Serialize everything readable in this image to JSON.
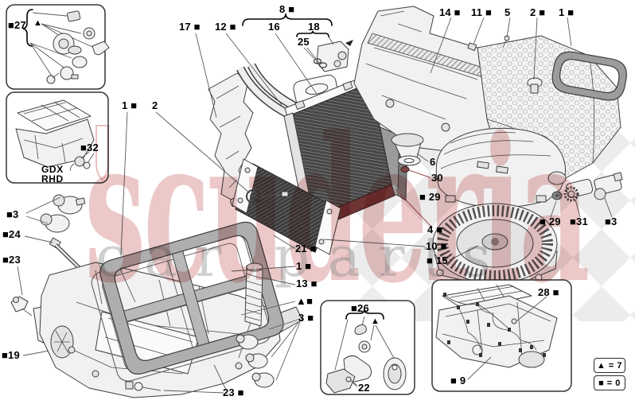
{
  "watermark": {
    "brand": "scuderia",
    "subtitle": "car parts",
    "brand_color": "#c14a4a",
    "subtitle_color": "#8a8a8a"
  },
  "legend": {
    "triangle_eq": "▲ = 7",
    "square_eq": "■ = 0"
  },
  "callouts": {
    "box27": "■27",
    "box27_tri": "▲",
    "c32": "■32",
    "gdx": "GDX",
    "rhd": "RHD",
    "c3_left": "■3",
    "c24": "■24",
    "c23_left": "■23",
    "c19": "■19",
    "c17": "17 ■",
    "c12": "12 ■",
    "c8": "8 ■",
    "c16": "16",
    "c18": "18",
    "c25": "25",
    "c1_center": "1 ■",
    "c2_center": "2",
    "c14": "14 ■",
    "c11": "11 ■",
    "c5": "5",
    "c2_right": "2 ■",
    "c1_right": "1 ■",
    "c6": "6",
    "c30": "30",
    "c29_center": "■ 29",
    "c4": "4 ■",
    "c10": "10 ■",
    "c15": "■ 15",
    "c21": "21 ■",
    "c1_mid": "1 ■",
    "c13": "13 ■",
    "c_tri_sq": "▲■",
    "c3_mid": "3 ■",
    "c26": "■26",
    "c26_tri": "▲",
    "c22": "22",
    "c23_bottom": "23 ■",
    "c29_right": "■ 29",
    "c31": "■31",
    "c3_right": "■3",
    "c28": "28 ■",
    "c9": "■ 9"
  }
}
